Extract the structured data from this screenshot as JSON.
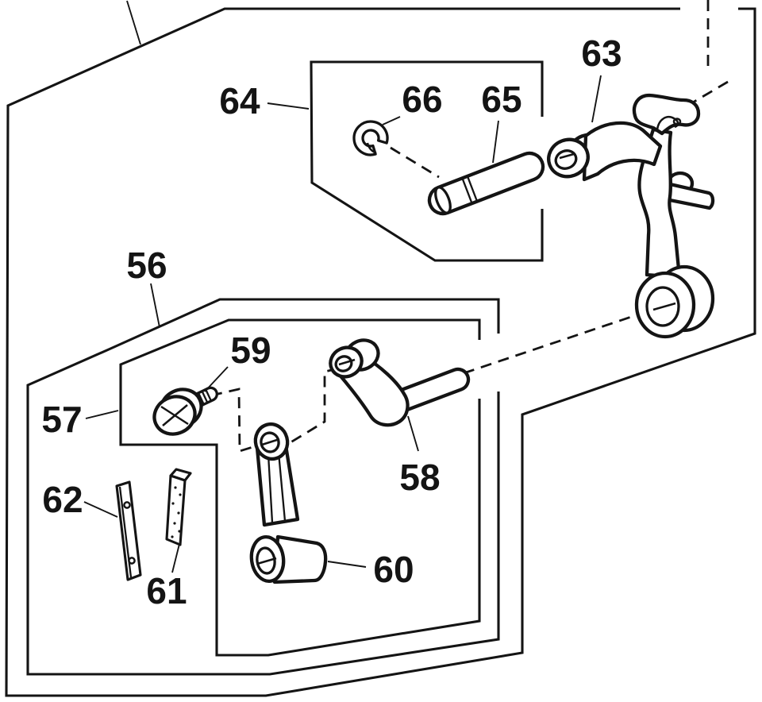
{
  "figure": {
    "type": "exploded-parts-diagram",
    "background_color": "#ffffff",
    "ink_color": "#141414"
  },
  "labels": [
    {
      "id": "56",
      "text": "56"
    },
    {
      "id": "57",
      "text": "57"
    },
    {
      "id": "58",
      "text": "58"
    },
    {
      "id": "59",
      "text": "59"
    },
    {
      "id": "60",
      "text": "60"
    },
    {
      "id": "61",
      "text": "61"
    },
    {
      "id": "62",
      "text": "62"
    },
    {
      "id": "63",
      "text": "63"
    },
    {
      "id": "64",
      "text": "64"
    },
    {
      "id": "65",
      "text": "65"
    },
    {
      "id": "66",
      "text": "66"
    }
  ]
}
